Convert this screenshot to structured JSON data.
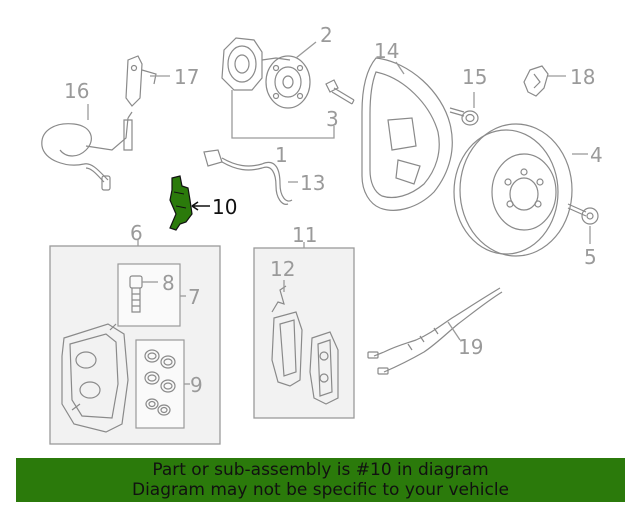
{
  "diagram": {
    "callouts": {
      "c1": "1",
      "c2": "2",
      "c3": "3",
      "c4": "4",
      "c5": "5",
      "c6": "6",
      "c7": "7",
      "c8": "8",
      "c9": "9",
      "c10": "10",
      "c11": "11",
      "c12": "12",
      "c13": "13",
      "c14": "14",
      "c15": "15",
      "c16": "16",
      "c17": "17",
      "c18": "18",
      "c19": "19"
    },
    "highlight_part": "10",
    "highlight_color": "#2b7a0b",
    "part_icons": [
      "wheel-hub-icon",
      "hub-bolt-icon",
      "brake-disc-icon",
      "disc-screw-icon",
      "caliper-icon",
      "bleeder-screw-icon",
      "piston-seal-icon",
      "caliper-bracket-icon",
      "brake-pad-icon",
      "wear-sensor-icon",
      "wire-harness-icon",
      "dust-shield-icon",
      "shield-bolt-icon",
      "abs-sensor-icon",
      "sensor-bracket-icon",
      "wear-sensor-wire-icon"
    ]
  },
  "banner": {
    "line1": "Part or sub-assembly is #10 in diagram",
    "line2": "Diagram may not be specific to your vehicle",
    "bg_color": "#2b7a0b"
  }
}
